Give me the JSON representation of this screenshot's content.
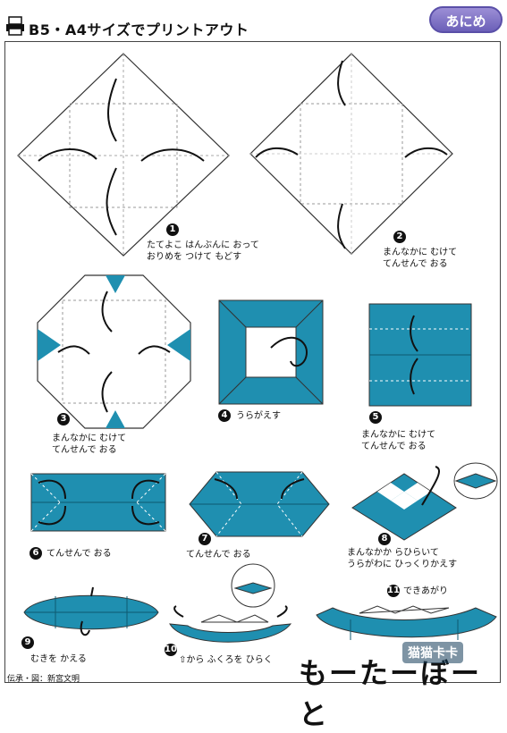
{
  "header": {
    "title": "B5・A4サイズでプリントアウト",
    "anime_button": "あにめ"
  },
  "steps": [
    {
      "num": "1",
      "text1": "たてよこ はんぶんに おって",
      "text2": "おりめを つけて もどす"
    },
    {
      "num": "2",
      "text1": "まんなかに むけて",
      "text2": "てんせんで おる"
    },
    {
      "num": "3",
      "text1": "まんなかに むけて",
      "text2": "てんせんで おる"
    },
    {
      "num": "4",
      "text1": "うらがえす"
    },
    {
      "num": "5",
      "text1": "まんなかに むけて",
      "text2": "てんせんで おる"
    },
    {
      "num": "6",
      "text1": "てんせんで おる"
    },
    {
      "num": "7",
      "text1": "てんせんで おる"
    },
    {
      "num": "8",
      "text1": "まんなかか らひらいて",
      "text2": "うらがわに ひっくりかえす"
    },
    {
      "num": "9",
      "text1": "むきを かえる"
    },
    {
      "num": "10",
      "text1": "⇧から ふくろを ひらく"
    },
    {
      "num": "11",
      "text1": "できあがり"
    }
  ],
  "footer": {
    "credit": "伝承・図：新宮文明",
    "title": "もーたーぼーと",
    "watermark": "猫猫卡卡"
  },
  "colors": {
    "paper": "#1f8fb0",
    "accent": "#6b5fb8"
  }
}
